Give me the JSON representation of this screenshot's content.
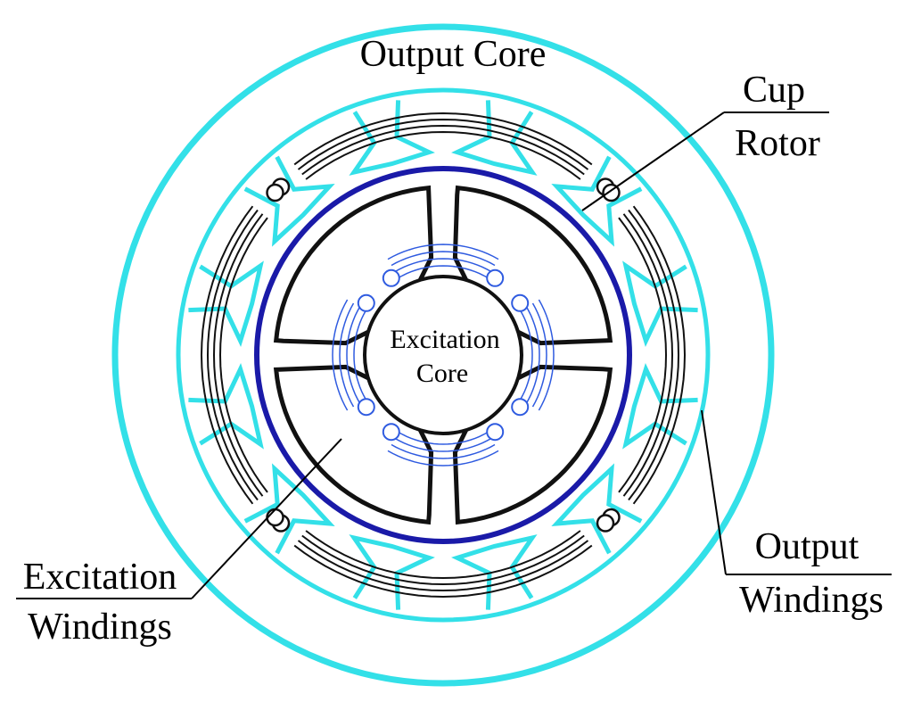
{
  "labels": {
    "output_core": "Output Core",
    "cup": "Cup",
    "rotor": "Rotor",
    "excitation_core_line1": "Excitation",
    "excitation_core_line2": "Core",
    "output_label": "Output",
    "windings_label_right": "Windings",
    "excitation_label": "Excitation",
    "windings_label_left": "Windings"
  },
  "colors": {
    "output_core": "#33e0e8",
    "cup_rotor": "#1a1aa8",
    "excitation_core": "#111111",
    "excitation_windings": "#2f5be0",
    "output_windings": "#111111",
    "leader_lines": "#000000"
  }
}
